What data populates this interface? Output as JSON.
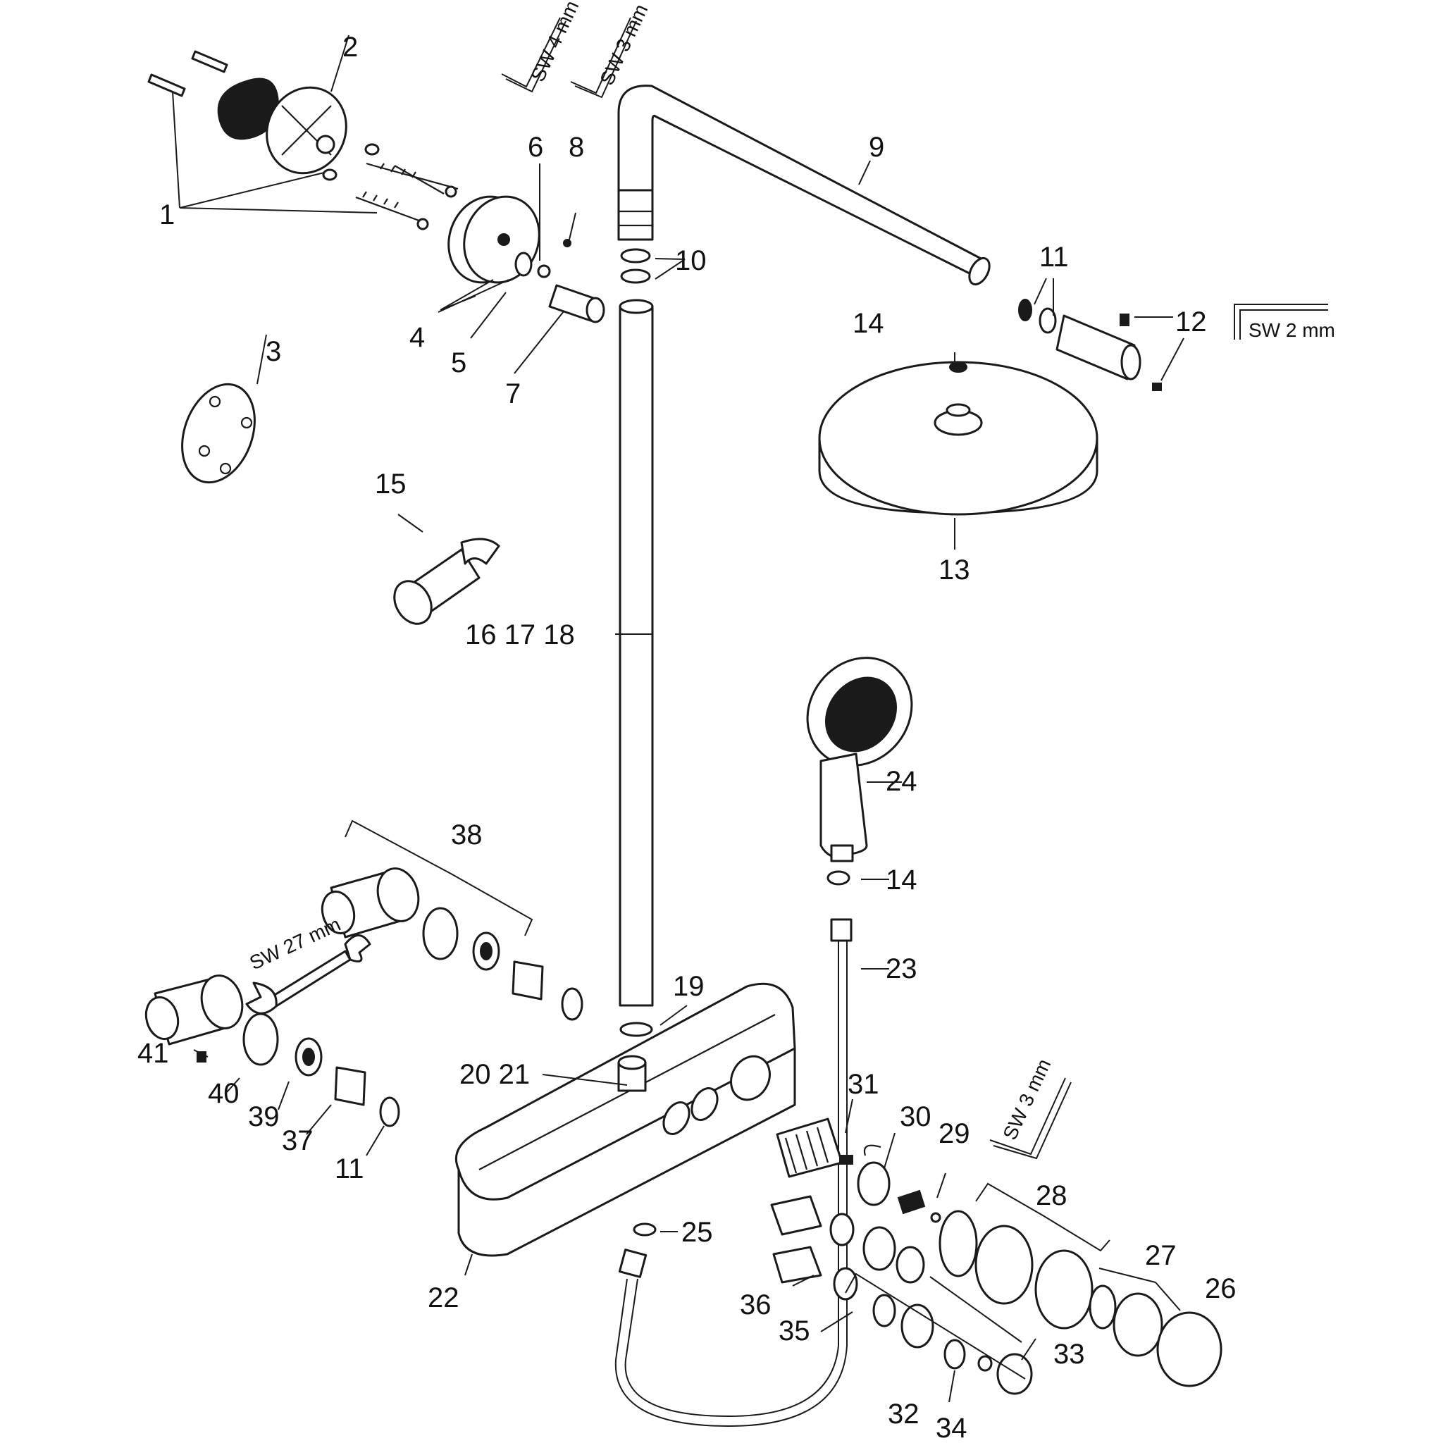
{
  "colors": {
    "line": "#1a1a1a",
    "background": "#ffffff"
  },
  "tools": {
    "sw4": "SW 4 mm",
    "sw3_top": "SW 3 mm",
    "sw2": "SW 2 mm",
    "sw27": "SW 27 mm",
    "sw3_bottom": "SW 3 mm"
  },
  "callouts": {
    "c1": "1",
    "c2": "2",
    "c3": "3",
    "c4": "4",
    "c5": "5",
    "c6": "6",
    "c7": "7",
    "c8": "8",
    "c9": "9",
    "c10": "10",
    "c11a": "11",
    "c11b": "11",
    "c12": "12",
    "c13": "13",
    "c14a": "14",
    "c14b": "14",
    "c15": "15",
    "c16_18": "16 17 18",
    "c19": "19",
    "c20_21": "20 21",
    "c22": "22",
    "c23": "23",
    "c24": "24",
    "c25": "25",
    "c26": "26",
    "c27": "27",
    "c28": "28",
    "c29": "29",
    "c30": "30",
    "c31": "31",
    "c32": "32",
    "c33": "33",
    "c34": "34",
    "c35": "35",
    "c36": "36",
    "c37": "37",
    "c38": "38",
    "c39": "39",
    "c40": "40",
    "c41": "41"
  }
}
